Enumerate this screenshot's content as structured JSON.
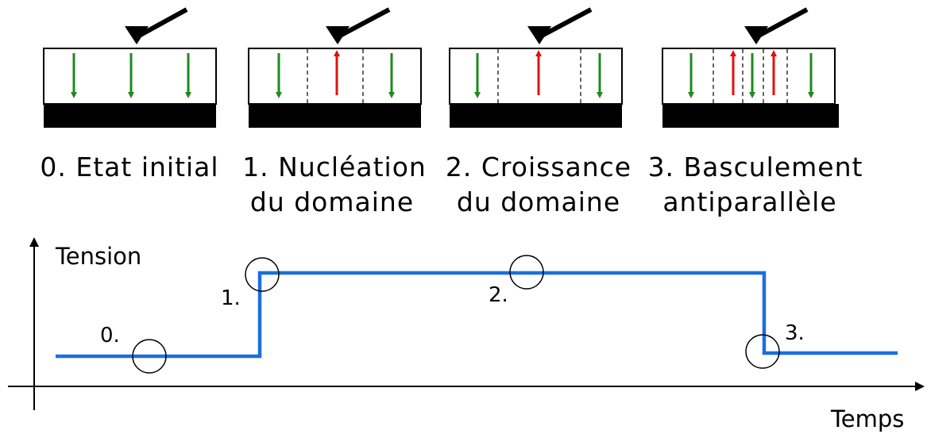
{
  "panels": [
    {
      "caption_line1": "0. Etat initial",
      "caption_line2": ""
    },
    {
      "caption_line1": "1. Nucléation",
      "caption_line2": "du domaine"
    },
    {
      "caption_line1": "2. Croissance",
      "caption_line2": "du domaine"
    },
    {
      "caption_line1": "3. Basculement",
      "caption_line2": "antiparallèle"
    }
  ],
  "graph": {
    "y_axis_label": "Tension",
    "x_axis_label": "Temps",
    "markers": [
      "0.",
      "1.",
      "2.",
      "3."
    ]
  },
  "colors": {
    "down_arrow": "#1e8a1e",
    "up_arrow": "#e01010",
    "signal": "#1a6fe0",
    "electrode": "#000000"
  }
}
